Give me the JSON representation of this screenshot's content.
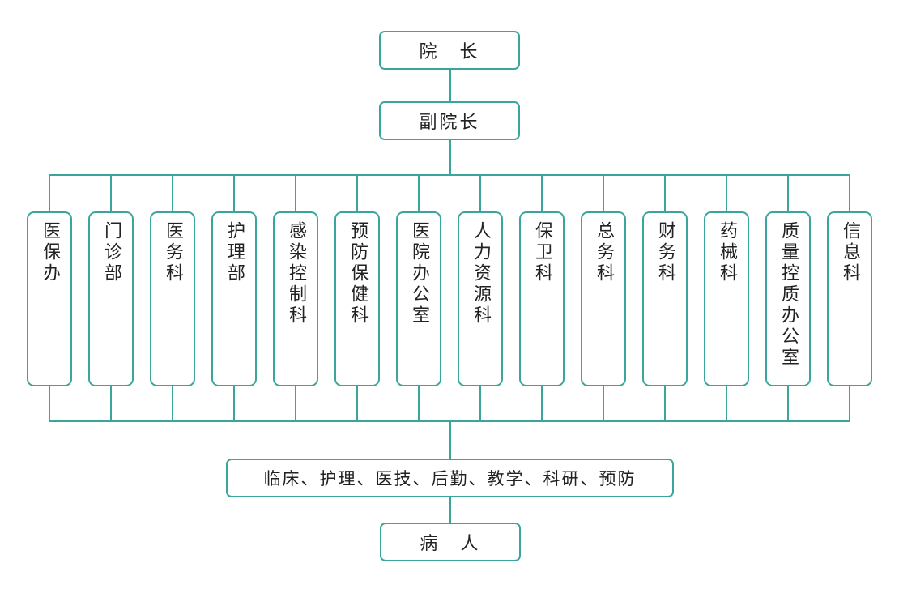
{
  "top": {
    "director": "院　长",
    "vice_director": "副院长"
  },
  "departments": [
    "医保办",
    "门诊部",
    "医务科",
    "护理部",
    "感染控制科",
    "预防保健科",
    "医院办公室",
    "人力资源科",
    "保卫科",
    "总务科",
    "财务科",
    "药械科",
    "质量控质办公室",
    "信息科"
  ],
  "bottom": {
    "functions": "临床、护理、医技、后勤、教学、科研、预防",
    "patient": "病　人"
  },
  "colors": {
    "line": "#3aa69b",
    "text": "#222222"
  }
}
